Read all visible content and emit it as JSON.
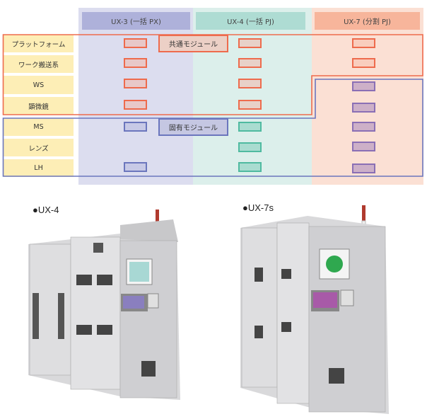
{
  "columns": [
    {
      "label": "UX-3 (一括 PX)",
      "header_color": "#aeb1da",
      "bg_color": "#dcddef",
      "cell_colors": {
        "common": "#e8c8c8",
        "specific": "#c7c9e6"
      }
    },
    {
      "label": "UX-4 (一括 PJ)",
      "header_color": "#aedcd3",
      "bg_color": "#dcefeb",
      "cell_colors": {
        "common": "#e8d1c8",
        "specific": "#a9dcd0"
      }
    },
    {
      "label": "UX-7 (分割 PJ)",
      "header_color": "#f7b59b",
      "bg_color": "#fbe0d4",
      "cell_colors": {
        "common": "#f9cdbd",
        "specific": "#cdb0c8"
      }
    }
  ],
  "rows": [
    "プラットフォーム",
    "ワーク搬送系",
    "WS",
    "顕微鏡",
    "MS",
    "レンズ",
    "LH"
  ],
  "modules": {
    "common": {
      "label": "共通モジュール",
      "color": "#ee6b4d"
    },
    "specific": {
      "label": "固有モジュール",
      "color": "#6b76bd"
    }
  },
  "products": [
    {
      "caption": "●UX-4"
    },
    {
      "caption": "●UX-7s"
    }
  ]
}
